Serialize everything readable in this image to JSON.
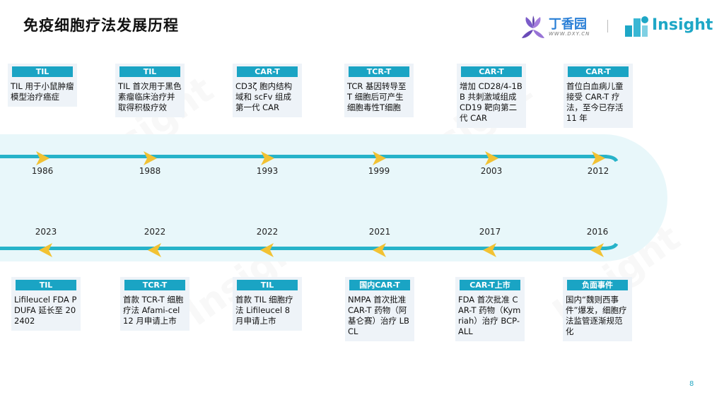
{
  "page": {
    "title": "免疫细胞疗法发展历程",
    "page_number": "8"
  },
  "logos": {
    "dxy_name": "丁香园",
    "dxy_url": "WWW.DXY.CN",
    "insight_name": "Insight"
  },
  "colors": {
    "accent": "#1aa4c4",
    "line": "#27b3c9",
    "arrow": "#f2c233",
    "card_bg": "#eef3f8",
    "band": "#e8f7fa"
  },
  "top_events": [
    {
      "year": "1986",
      "tag": "TIL",
      "desc": "TIL 用于小鼠肿瘤模型治疗癌症"
    },
    {
      "year": "1988",
      "tag": "TIL",
      "desc": "TIL 首次用于黑色素瘤临床治疗并取得积极疗效"
    },
    {
      "year": "1993",
      "tag": "CAR-T",
      "desc": "CD3ζ 胞内结构域和 scFv 组成第一代 CAR"
    },
    {
      "year": "1999",
      "tag": "TCR-T",
      "desc": "TCR 基因转导至 T 细胞后可产生细胞毒性T细胞"
    },
    {
      "year": "2003",
      "tag": "CAR-T",
      "desc": "增加 CD28/4-1BB 共刺激域组成 CD19 靶向第二代 CAR"
    },
    {
      "year": "2012",
      "tag": "CAR-T",
      "desc": "首位白血病儿童接受 CAR-T 疗法，至今已存活 11 年"
    }
  ],
  "bottom_events": [
    {
      "year": "2023",
      "tag": "TIL",
      "desc": "Lifileucel FDA PDUFA 延长至 202402"
    },
    {
      "year": "2022",
      "tag": "TCR-T",
      "desc": "首款 TCR-T 细胞疗法 Afami-cel 12 月申请上市"
    },
    {
      "year": "2022",
      "tag": "TIL",
      "desc": "首款 TIL 细胞疗法 Lifileucel 8 月申请上市"
    },
    {
      "year": "2021",
      "tag": "国内CAR-T",
      "desc": "NMPA 首次批准 CAR-T 药物（阿基仑赛）治疗 LBCL"
    },
    {
      "year": "2017",
      "tag": "CAR-T上市",
      "desc": "FDA 首次批准 CAR-T 药物（Kymriah）治疗 BCP-ALL"
    },
    {
      "year": "2016",
      "tag": "负面事件",
      "desc": "国内“魏则西事件”爆发，细胞疗法监管逐渐规范化"
    }
  ]
}
